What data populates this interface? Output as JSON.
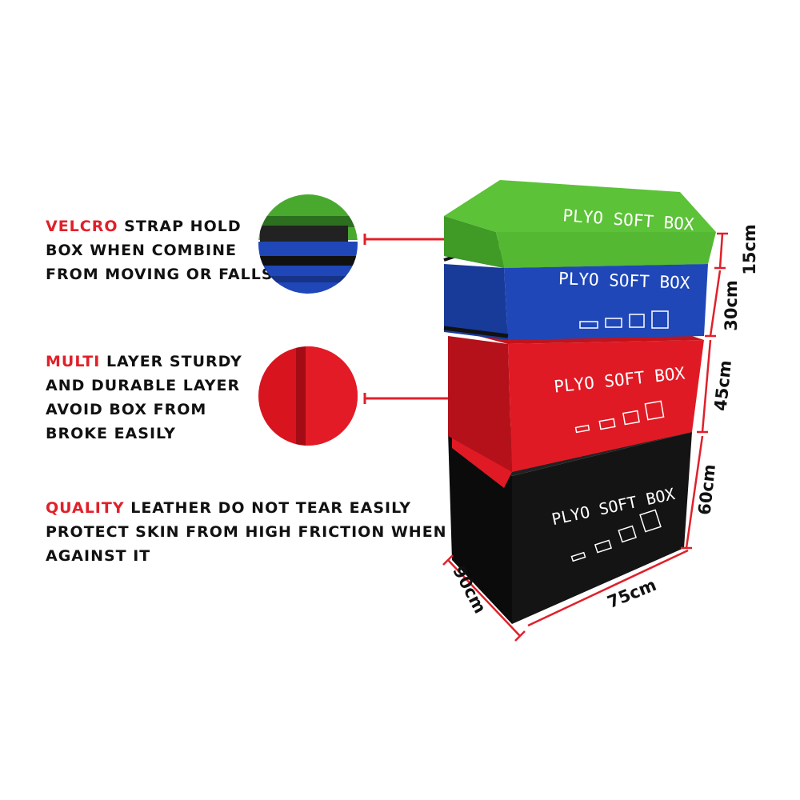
{
  "features": [
    {
      "keyword": "VELCRO",
      "rest_line1": " STRAP HOLD",
      "line2": "BOX WHEN COMBINE",
      "line3": "FROM MOVING OR FALLS"
    },
    {
      "keyword": "MULTI",
      "rest_line1": " LAYER STURDY",
      "line2": "AND DURABLE LAYER",
      "line3": "AVOID BOX FROM",
      "line4": "BROKE  EASILY"
    },
    {
      "keyword": "QUALITY",
      "rest_line1": " LEATHER DO NOT TEAR EASILY",
      "line2": "PROTECT SKIN FROM HIGH FRICTION WHEN",
      "line3": "AGAINST IT"
    }
  ],
  "boxes": [
    {
      "label": "PLYO SOFT BOX",
      "color": "#55b832",
      "height_label": "15cm"
    },
    {
      "label": "PLYO SOFT BOX",
      "color": "#1f47b8",
      "height_label": "30cm"
    },
    {
      "label": "PLYO SOFT BOX",
      "color": "#e01a24",
      "height_label": "45cm"
    },
    {
      "label": "PLYO SOFT BOX",
      "color": "#141414",
      "height_label": "60cm"
    }
  ],
  "dimensions": {
    "depth": "90cm",
    "width": "75cm"
  },
  "colors": {
    "accent": "#e0202a",
    "text": "#111111",
    "green": "#55b832",
    "blue": "#1f47b8",
    "red": "#e01a24",
    "black": "#141414"
  }
}
